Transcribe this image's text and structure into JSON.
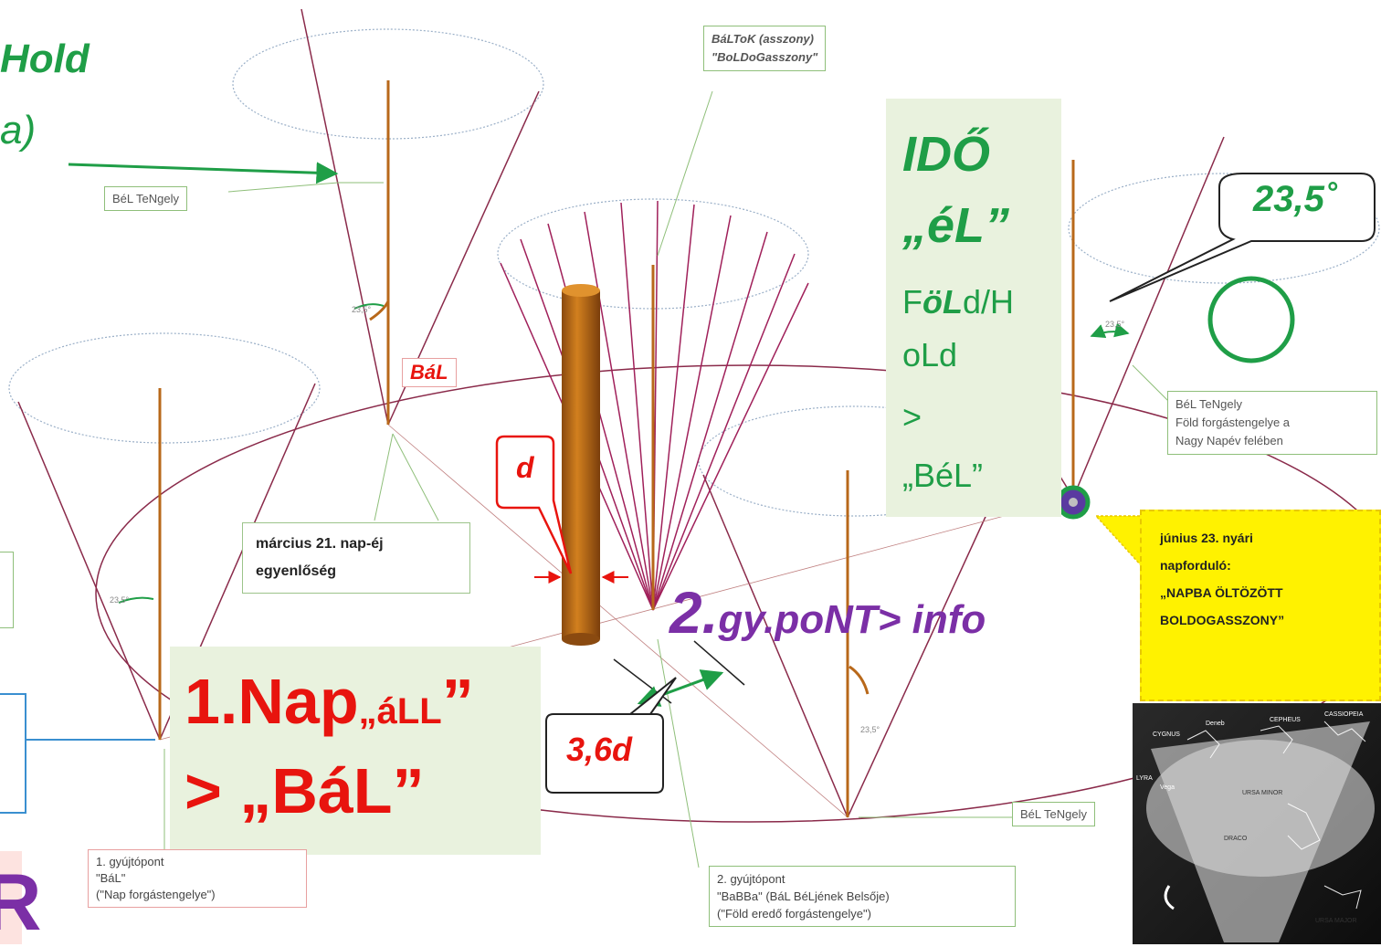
{
  "top_left": {
    "line1": "Hold",
    "line2": "a)"
  },
  "top_callout": {
    "line1": "BáLToK (asszony)",
    "line2": "\"BoLDoGasszony\""
  },
  "ido_panel": {
    "title": "IDŐ",
    "sub": "„éL”",
    "line1_pre": "F",
    "line1_bi": "öL",
    "line1_post": "d/H",
    "line2": "oLd",
    "line3": ">",
    "line4": "„BéL”"
  },
  "angle_bubble": "23,5˚",
  "bel_tengely": "BéL TeNgely",
  "bel_tengely_right": {
    "line1": "BéL TeNgely",
    "line2": "Föld forgástengelye a",
    "line3": "Nagy Napév felében"
  },
  "bal_label": "BáL",
  "d_label": "d",
  "d36_label": "3,6d",
  "march_box": {
    "line1": "március 21. nap-éj",
    "line2": "egyenlőség"
  },
  "second_point": {
    "number": "2.",
    "text": "gy.poNT> info"
  },
  "first_point": {
    "line1_main": "1.Nap",
    "line1_small": "„áLL",
    "line1_end": "”",
    "line2": "> „BáL”"
  },
  "june_box": {
    "line1": "június 23. nyári",
    "line2": "napforduló:",
    "line3": "„NAPBA ÖLTÖZÖTT",
    "line4": "BOLDOGASSZONY”"
  },
  "focal1_box": {
    "line1": "1. gyújtópont",
    "line2": "\"BáL\"",
    "line3": "(\"Nap forgástengelye\")"
  },
  "focal2_box": {
    "line1": "2. gyújtópont",
    "line2": "\"BaBBa\" (BáL BéLjének Belsője)",
    "line3": "(\"Föld eredő forgástengelye\")"
  },
  "small_angle": "23,5°",
  "bottom_left_glyph": "R",
  "colors": {
    "green": "#1f9e47",
    "red": "#e8140e",
    "purple": "#7b2fa6",
    "brown": "#b8681a",
    "ellipse": "#8a2a4a",
    "pale_green": "#e9f2de",
    "yellow": "#fff200"
  },
  "photo_labels": [
    "CYGNUS",
    "Deneb",
    "CEPHEUS",
    "CASSIOPEIA",
    "LYRA",
    "Vega",
    "URSA MINOR",
    "DRACO",
    "URSA MAJOR"
  ]
}
